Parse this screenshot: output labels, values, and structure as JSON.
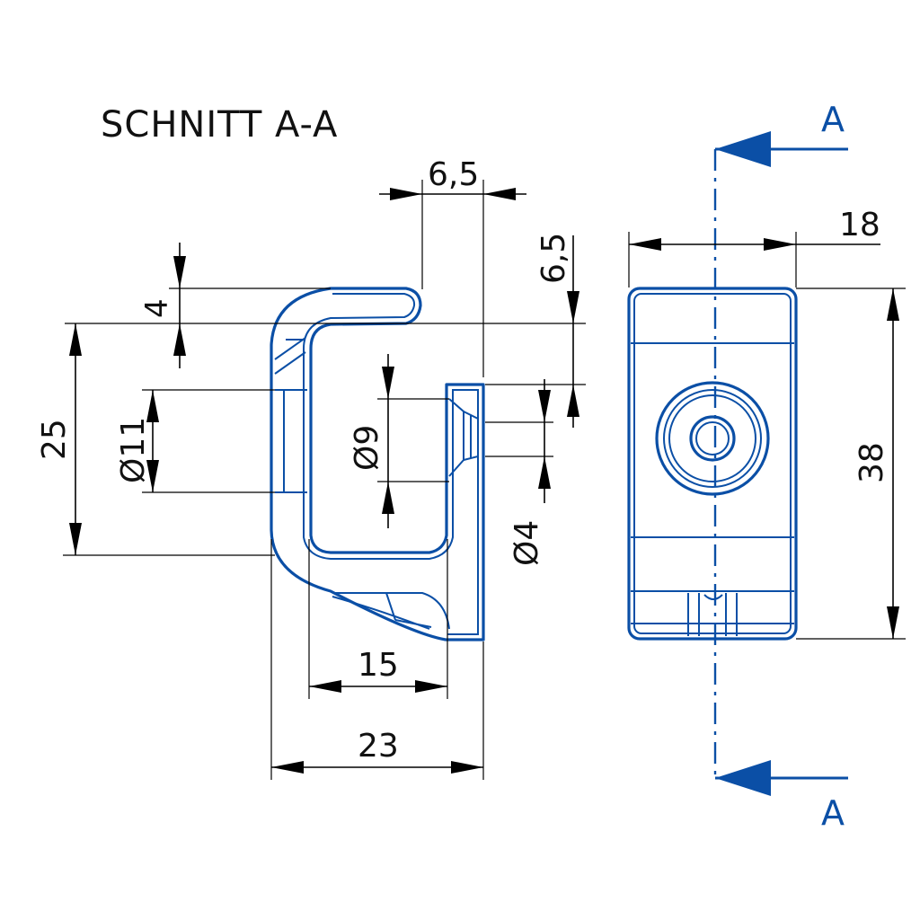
{
  "title": "SCHNITT A-A",
  "section_marker": "A",
  "dimensions": {
    "d_6_5_top": "6,5",
    "d_6_5_side": "6,5",
    "d_4": "4",
    "d_25": "25",
    "d_dia11": "Ø11",
    "d_dia9": "Ø9",
    "d_dia4": "Ø4",
    "d_15": "15",
    "d_23": "23",
    "d_18": "18",
    "d_38": "38"
  },
  "colors": {
    "part": "#0b4fa6",
    "dimension": "#000000"
  }
}
